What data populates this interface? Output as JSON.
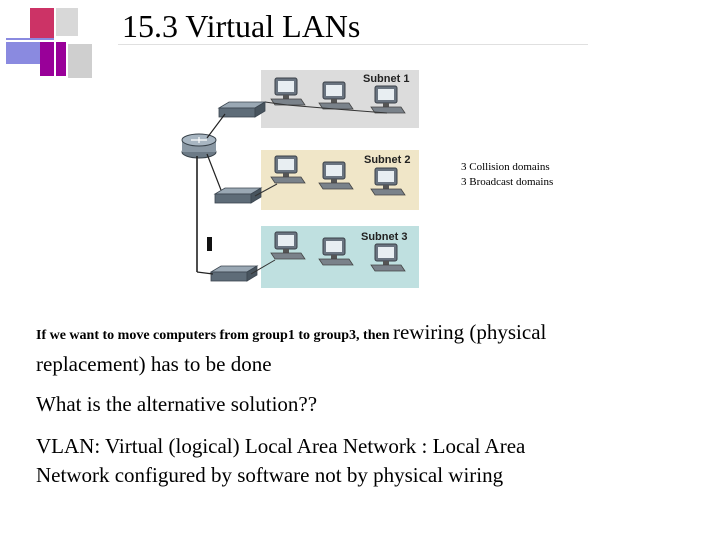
{
  "slide": {
    "title": "15.3   Virtual LANs"
  },
  "figure": {
    "subnets": [
      "Subnet 1",
      "Subnet 2",
      "Subnet 3"
    ],
    "annotation": [
      "3 Collision domains",
      "3 Broadcast domains"
    ],
    "colors": {
      "subnet1_bg": "#dcdcdc",
      "subnet2_bg": "#f0e6c8",
      "subnet3_bg": "#bfe0e0"
    }
  },
  "body": {
    "p1_small": "If we want to move  computers from group1 to group3, then ",
    "p1_large": "rewiring (physical replacement) has to be done",
    "p2": "What is the alternative solution??",
    "p3": "VLAN: Virtual (logical) Local Area Network : Local Area Network configured by software not by physical wiring"
  },
  "decor_colors": {
    "red": "#cc3366",
    "purple": "#990099",
    "blue": "#7b7bd6",
    "gray": "#c8c8c8"
  }
}
